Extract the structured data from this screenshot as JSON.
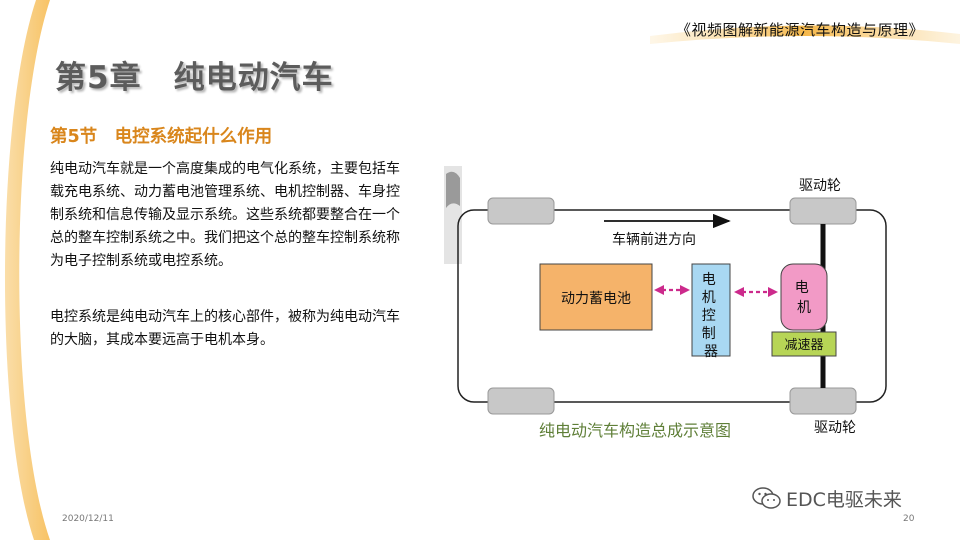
{
  "header": {
    "book_title": "《视频图解新能源汽车构造与原理》"
  },
  "slide": {
    "chapter_title": "第5章　纯电动汽车",
    "section_title": "第5节　电控系统起什么作用",
    "paragraphs": [
      "纯电动汽车就是一个高度集成的电气化系统，主要包括车载充电系统、动力蓄电池管理系统、电机控制器、车身控制系统和信息传输及显示系统。这些系统都要整合在一个总的整车控制系统之中。我们把这个总的整车控制系统称为电子控制系统或电控系统。",
      "电控系统是纯电动汽车上的核心部件，被称为纯电动汽车的大脑，其成本要远高于电机本身。"
    ]
  },
  "diagram": {
    "direction_label": "车辆前进方向",
    "battery_label": "动力蓄电池",
    "controller_label": "电机控制器",
    "motor_label": "电机",
    "reducer_label": "减速器",
    "drive_wheel_top_label": "驱动轮",
    "drive_wheel_bottom_label": "驱动轮",
    "caption": "纯电动汽车构造总成示意图",
    "colors": {
      "battery": "#f5b36a",
      "controller": "#a9d8f2",
      "motor": "#f29ac6",
      "reducer": "#b7d556",
      "arrow": "#cc2a8c",
      "wheel": "#c8c8c8",
      "caption": "#5f7f38"
    }
  },
  "footer": {
    "date": "2020/12/11",
    "page": "20"
  },
  "watermark": {
    "text": "EDC电驱未来",
    "icon": "wechat-icon"
  },
  "theme": {
    "accent_orange": "#f6b84a",
    "section_color": "#d9861c"
  }
}
